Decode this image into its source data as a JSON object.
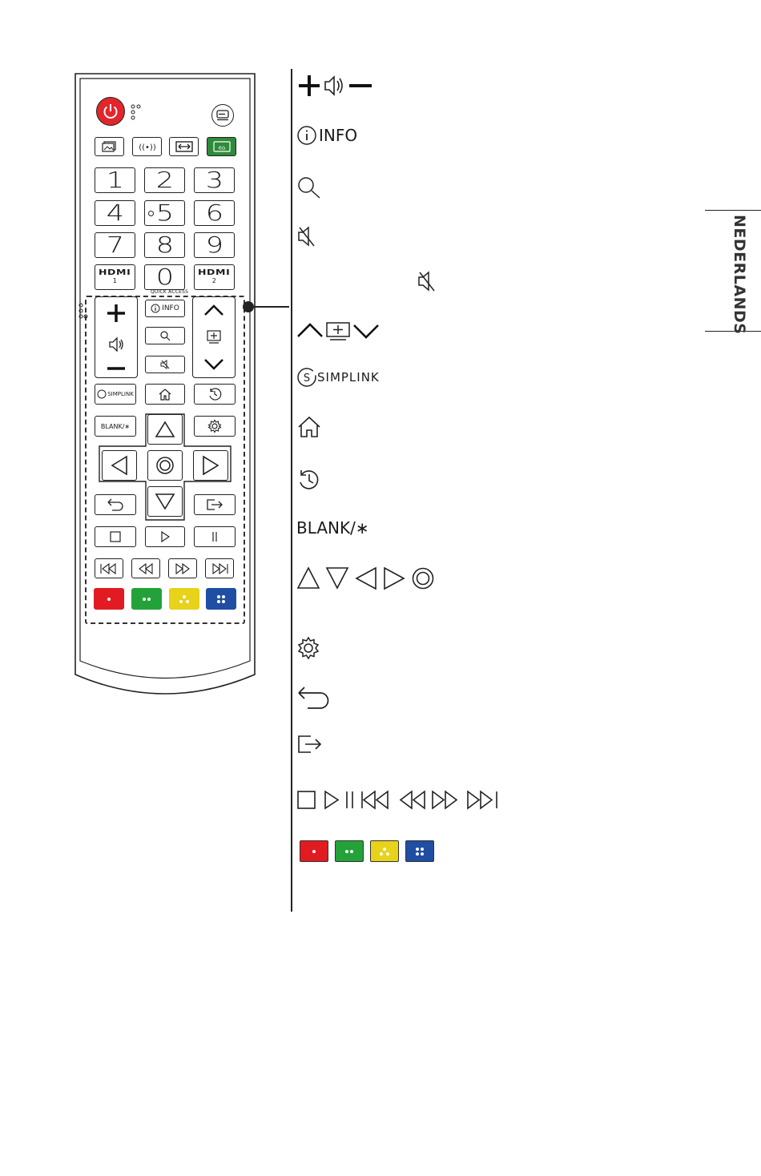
{
  "remote": {
    "numbers": [
      "1",
      "2",
      "3",
      "4",
      "5",
      "6",
      "7",
      "8",
      "9",
      "0"
    ],
    "hdmi1": {
      "label": "HDMI",
      "sub": "1"
    },
    "hdmi2": {
      "label": "HDMI",
      "sub": "2"
    },
    "quick_access": "QUICK ACCESS",
    "info_label": "INFO",
    "simplink_label": "SIMPLINK",
    "blank_label": "BLANK/∗",
    "color_keys": [
      {
        "name": "red",
        "color": "#e21b23"
      },
      {
        "name": "green",
        "color": "#24a23a"
      },
      {
        "name": "yellow",
        "color": "#e8d21a"
      },
      {
        "name": "blue",
        "color": "#1f4ea3"
      }
    ]
  },
  "descriptions": {
    "info": "INFO",
    "simplink": "SIMPLINK",
    "blank": "BLANK/∗"
  },
  "language_tab": "NEDERLANDS",
  "colors": {
    "red": "#e21b23",
    "green": "#24a23a",
    "yellow": "#e8d21a",
    "blue": "#1f4ea3",
    "power": "#e3262b",
    "eco": "#2e8b3a"
  }
}
